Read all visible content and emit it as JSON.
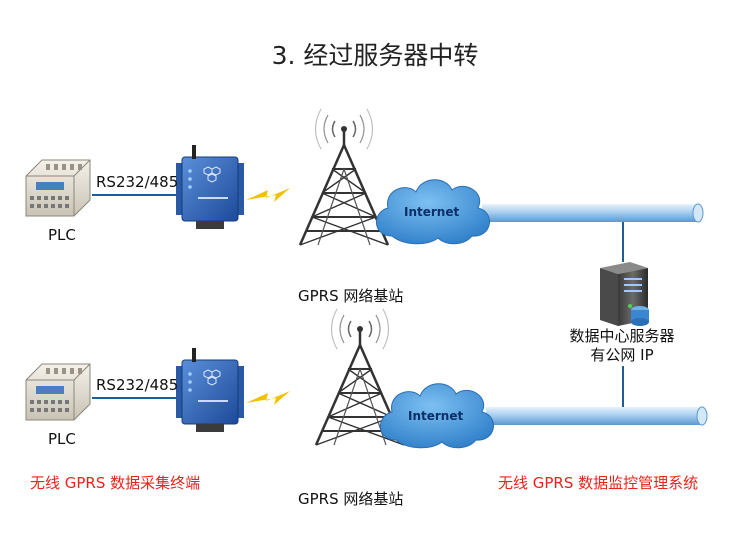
{
  "title": "3. 经过服务器中转",
  "rows": [
    {
      "plc_label": "PLC",
      "link_label": "RS232/485",
      "cloud_label": "Internet",
      "station_label": "GPRS 网络基站"
    },
    {
      "plc_label": "PLC",
      "link_label": "RS232/485",
      "cloud_label": "Internet",
      "station_label": "GPRS 网络基站"
    }
  ],
  "server": {
    "line1": "数据中心服务器",
    "line2": "有公网 IP"
  },
  "terminal_caption": "无线 GPRS 数据采集终端",
  "monitor_caption": "无线 GPRS 数据监控管理系统",
  "colors": {
    "caption_red": "#e8241a",
    "cloud_blue": "#3d8fd6",
    "pipe_blue": "#9ec7ea",
    "bolt": "#f2c200",
    "link_line": "#1d5e96"
  }
}
